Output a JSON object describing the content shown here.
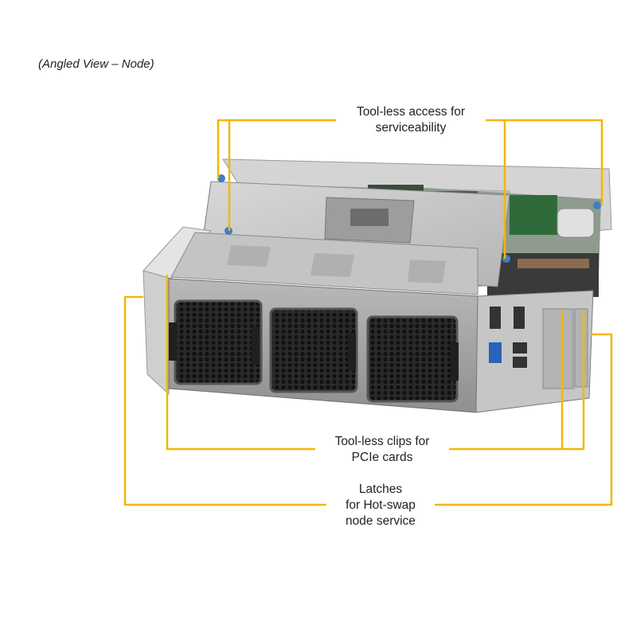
{
  "caption": "(Angled View – Node)",
  "callouts": {
    "toolless_access": {
      "line1": "Tool-less access for",
      "line2": "serviceability"
    },
    "pcie_clips": {
      "line1": "Tool-less clips for",
      "line2": "PCIe cards"
    },
    "latches": {
      "line1": "Latches",
      "line2": "for Hot-swap",
      "line3": "node service"
    }
  },
  "colors": {
    "callout_line": "#f2b705",
    "chassis_light": "#c9c9c9",
    "chassis_mid": "#a9a9a9",
    "chassis_dark": "#5c5c5c",
    "touch_point_blue": "#3d7fc4"
  }
}
